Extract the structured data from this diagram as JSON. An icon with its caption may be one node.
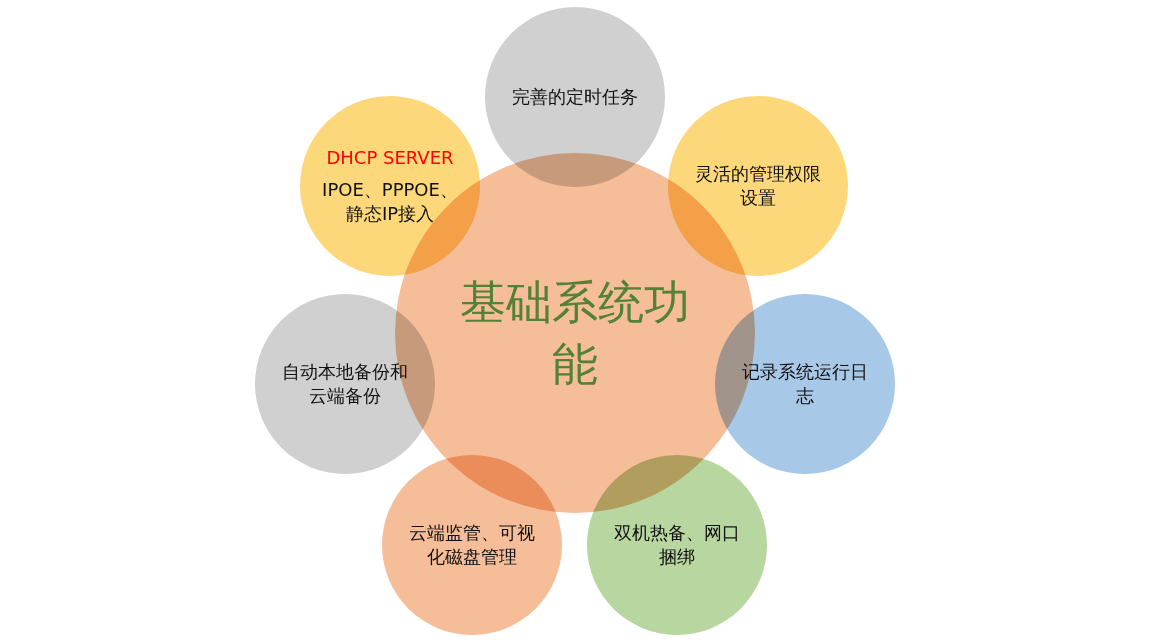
{
  "diagram": {
    "nodes": [
      {
        "text": [
          "基础系统功能"
        ]
      },
      {
        "text": [
          "完善的定时任务"
        ]
      },
      {
        "text": [
          "DHCP SERVER",
          "IPOE、PPPOE、静态IP接入"
        ]
      },
      {
        "text": [
          "灵活的管理权限设置"
        ]
      },
      {
        "text": [
          "自动本地备份和云端备份"
        ]
      },
      {
        "text": [
          "记录系统运行日志"
        ]
      },
      {
        "text": [
          "云端监管、可视化磁盘管理"
        ]
      },
      {
        "text": [
          "双机热备、网口捆绑"
        ]
      }
    ]
  }
}
